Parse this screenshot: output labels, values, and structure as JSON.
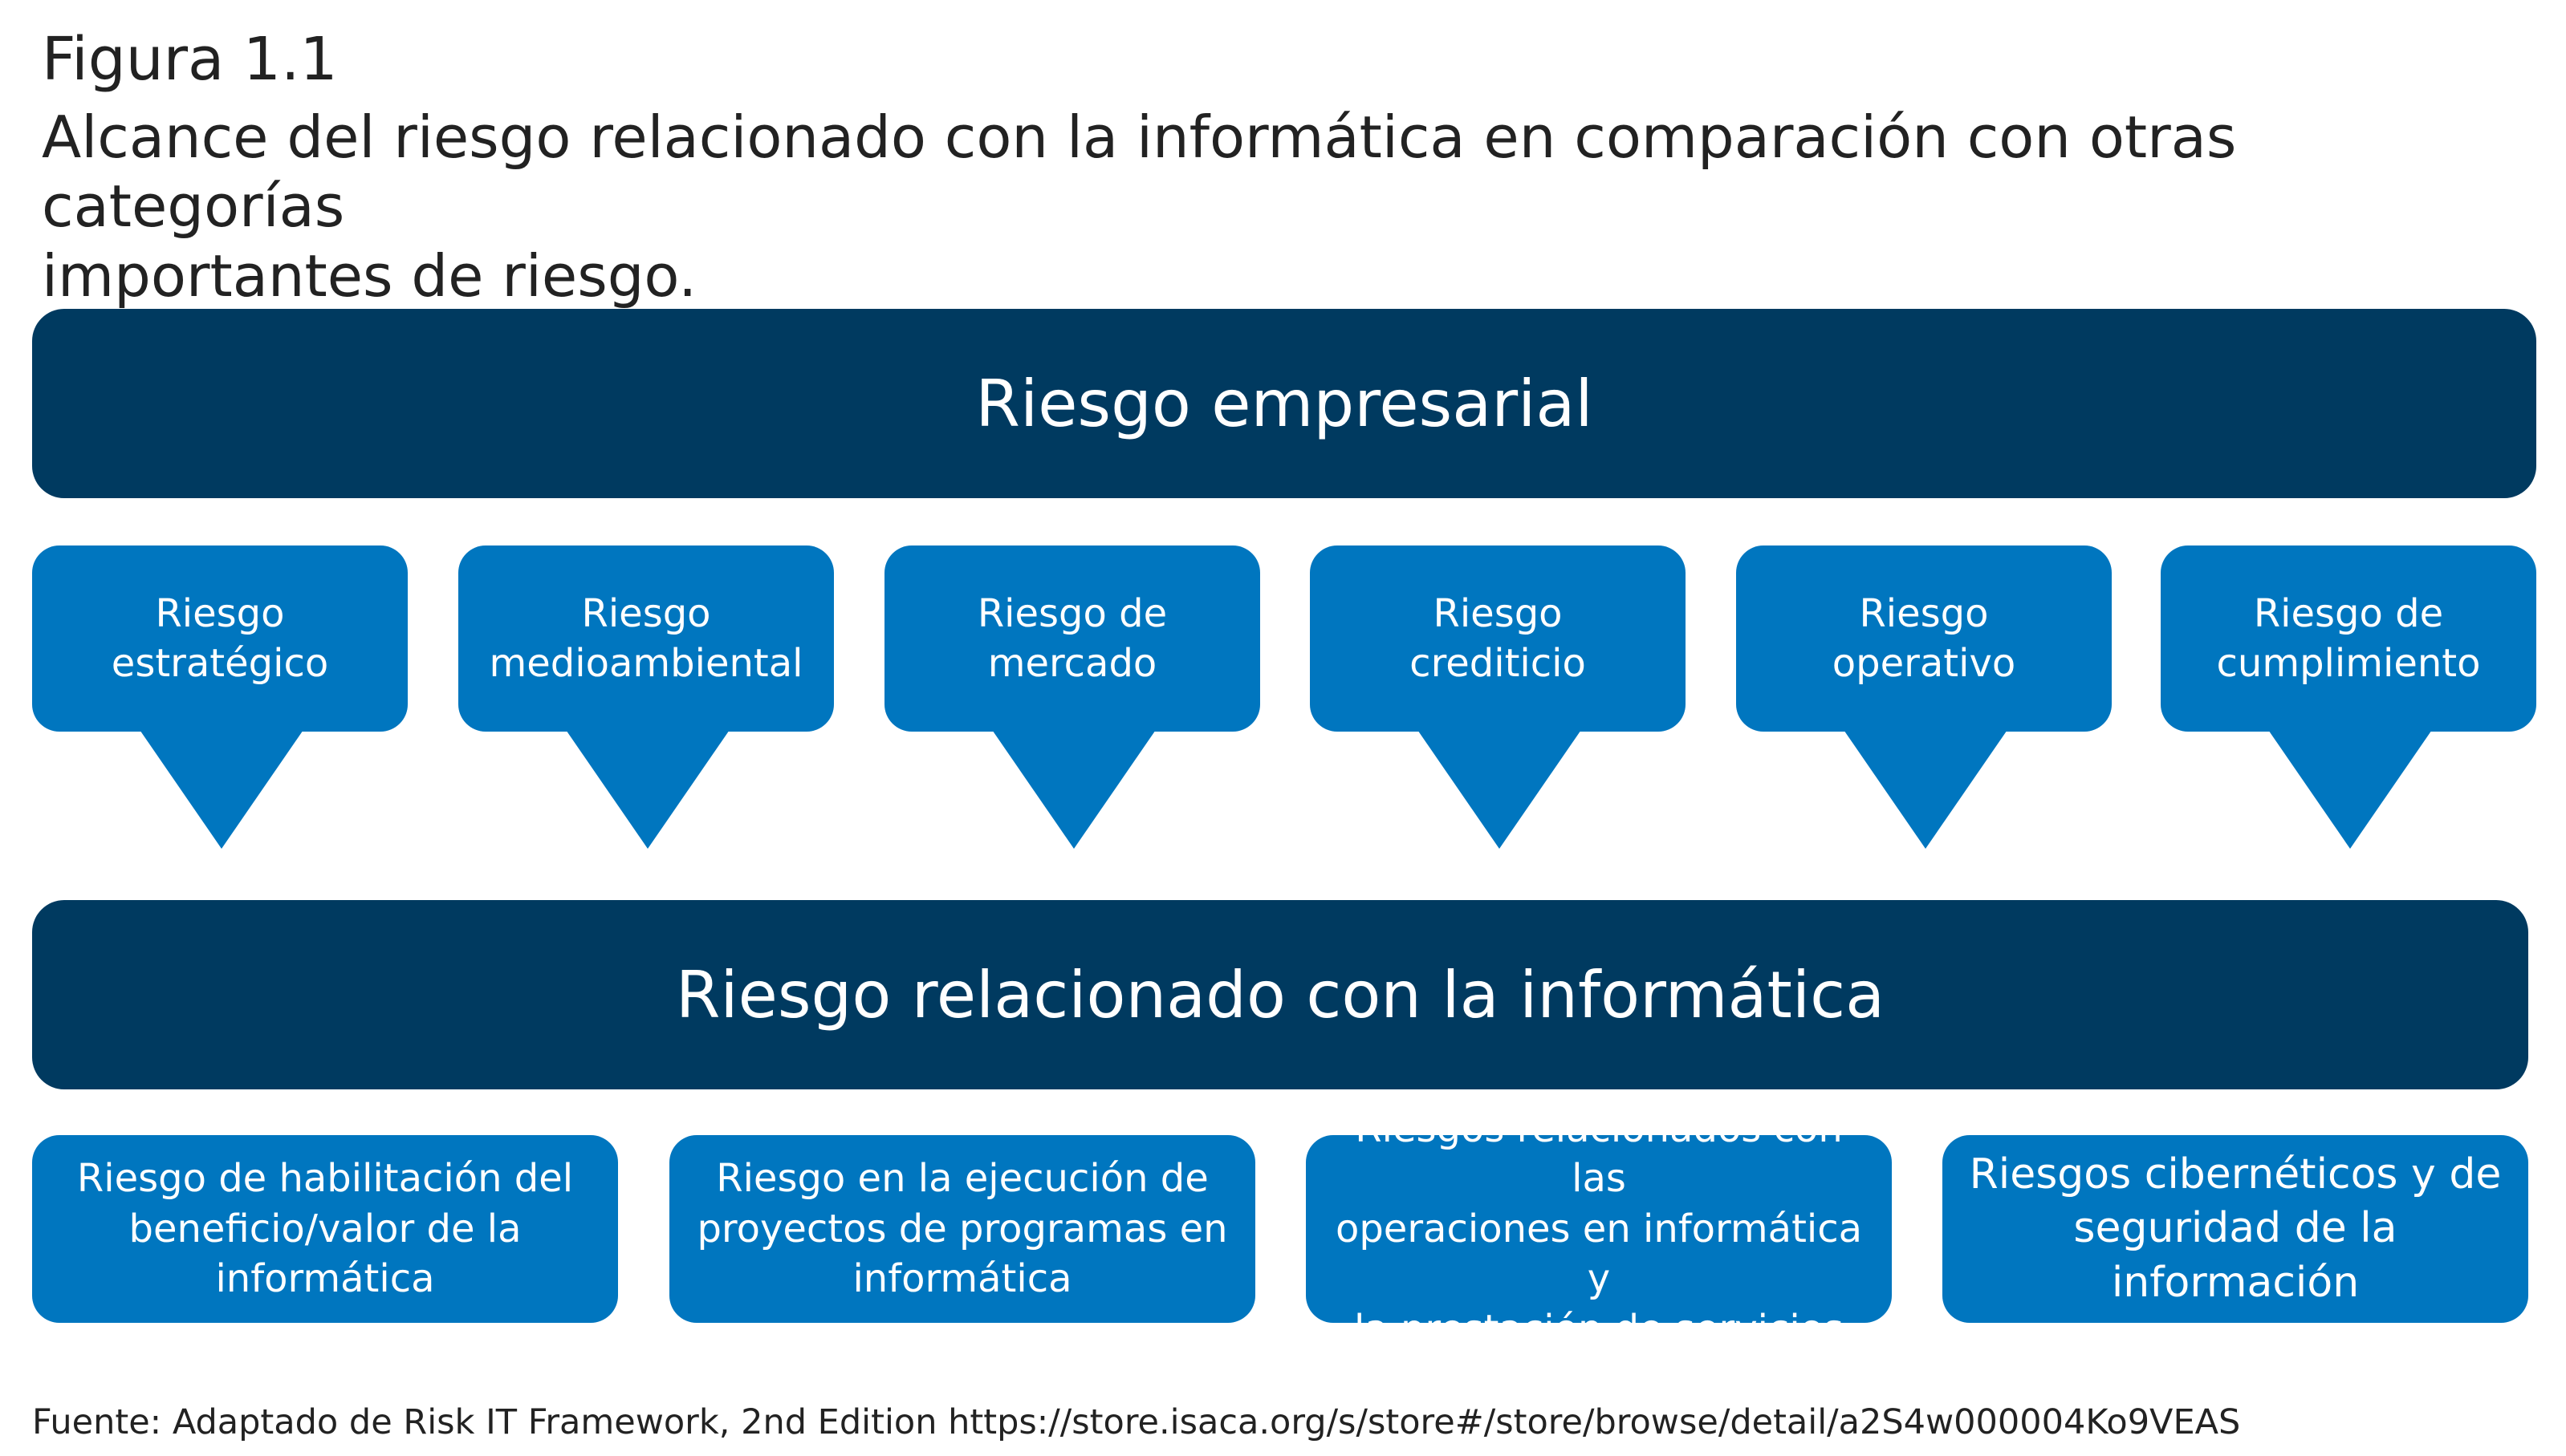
{
  "figure": {
    "number": "Figura 1.1",
    "title_line1": "Alcance del riesgo relacionado con la informática en comparación con otras categorías",
    "title_line2": "importantes de riesgo."
  },
  "top_bar": {
    "label": "Riesgo empresarial"
  },
  "categories": [
    {
      "line1": "Riesgo",
      "line2": "estratégico"
    },
    {
      "line1": "Riesgo",
      "line2": "medioambiental"
    },
    {
      "line1": "Riesgo de",
      "line2": "mercado"
    },
    {
      "line1": "Riesgo",
      "line2": "crediticio"
    },
    {
      "line1": "Riesgo",
      "line2": "operativo"
    },
    {
      "line1": "Riesgo de",
      "line2": "cumplimiento"
    }
  ],
  "middle_bar": {
    "label": "Riesgo relacionado con la informática"
  },
  "it_risks": [
    {
      "line1": "Riesgo de habilitación del",
      "line2": "beneficio/valor de la",
      "line3": "informática"
    },
    {
      "line1": "Riesgo en la ejecución de",
      "line2": "proyectos de programas en",
      "line3": "informática"
    },
    {
      "line1": "Riesgos relacionados con las",
      "line2": "operaciones en informática y",
      "line3": "la prestación de servicios"
    },
    {
      "line1": "Riesgos cibernéticos y de",
      "line2": "seguridad de la",
      "line3": "información"
    }
  ],
  "source": "Fuente: Adaptado de Risk IT Framework, 2nd Edition https://store.isaca.org/s/store#/store/browse/detail/a2S4w000004Ko9VEAS",
  "colors": {
    "dark_bar": "#003a60",
    "bubble": "#0076bf",
    "text_on_color": "#ffffff"
  }
}
